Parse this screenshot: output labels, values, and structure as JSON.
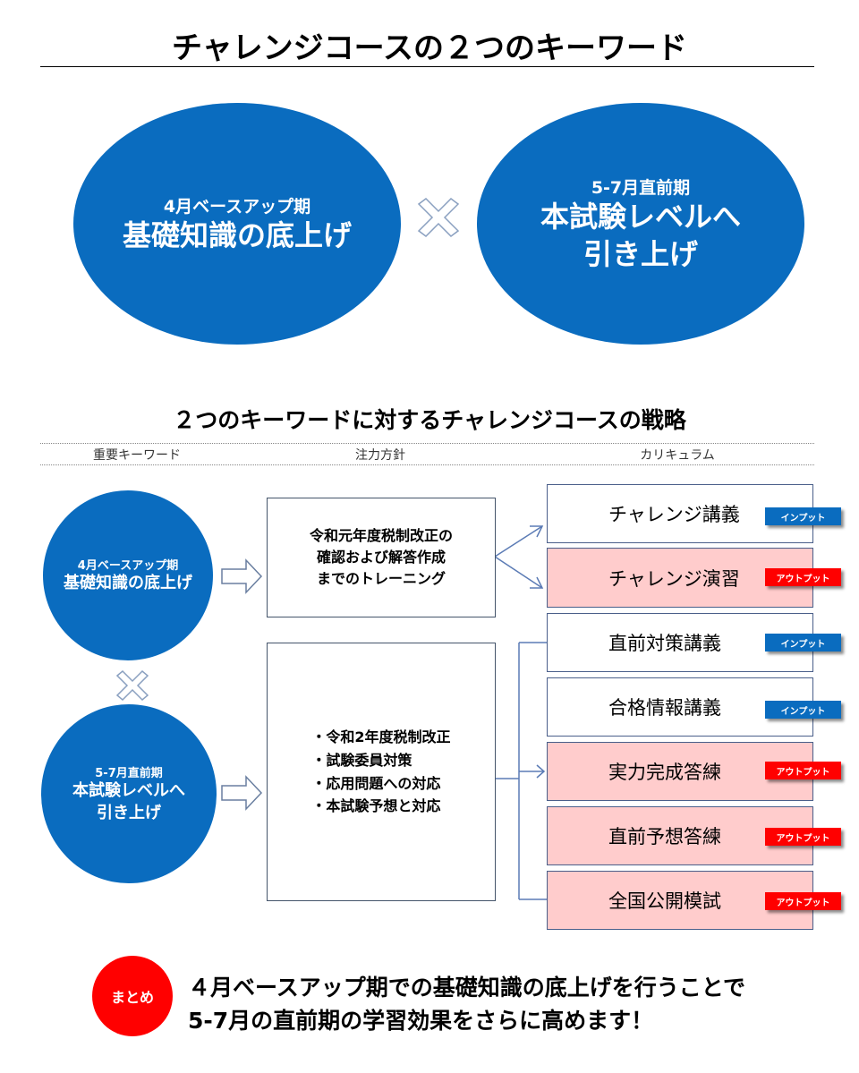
{
  "title": "チャレンジコースの２つのキーワード",
  "keywords": [
    {
      "period": "4月ベースアップ期",
      "lines": [
        "基礎知識の底上げ"
      ]
    },
    {
      "period": "5-7月直前期",
      "lines": [
        "本試験レベルへ",
        "引き上げ"
      ]
    }
  ],
  "strategy_title": "２つのキーワードに対するチャレンジコースの戦略",
  "columns": [
    "重要キーワード",
    "注力方針",
    "カリキュラム"
  ],
  "focus": [
    {
      "lines": [
        "令和元年度税制改正の",
        "確認および解答作成",
        "までのトレーニング"
      ]
    },
    {
      "lines": [
        "・令和2年度税制改正",
        "・試験委員対策",
        "・応用問題への対応",
        "・本試験予想と対応"
      ]
    }
  ],
  "curriculum": [
    {
      "name": "チャレンジ講義",
      "badge": "インプット",
      "type": "input"
    },
    {
      "name": "チャレンジ演習",
      "badge": "アウトプット",
      "type": "output"
    },
    {
      "name": "直前対策講義",
      "badge": "インプット",
      "type": "input"
    },
    {
      "name": "合格情報講義",
      "badge": "インプット",
      "type": "input"
    },
    {
      "name": "実力完成答練",
      "badge": "アウトプット",
      "type": "output"
    },
    {
      "name": "直前予想答練",
      "badge": "アウトプット",
      "type": "output"
    },
    {
      "name": "全国公開模試",
      "badge": "アウトプット",
      "type": "output"
    }
  ],
  "summary": {
    "badge": "まとめ",
    "lines": [
      "４月ベースアップ期での基礎知識の底上げを行うことで",
      "5-7月の直前期の学習効果をさらに高めます！"
    ]
  },
  "colors": {
    "blue": "#0a6cbf",
    "red": "#ff0000",
    "pink": "#ffcccc"
  }
}
